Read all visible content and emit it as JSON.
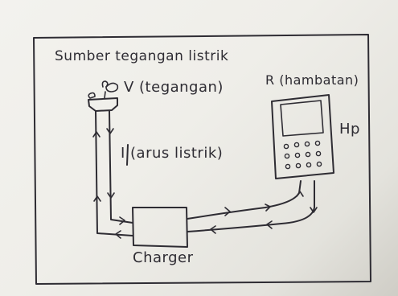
{
  "diagram": {
    "title": "Sumber tegangan listrik",
    "voltage_label": "V (tegangan)",
    "resistance_label": "R (hambatan)",
    "current_label": "I (arus listrik)",
    "phone_label": "Hp",
    "charger_label": "Charger"
  },
  "components": [
    "plug-icon",
    "phone-icon",
    "charger-box"
  ],
  "colors": {
    "ink": "#2e2c33",
    "paper": "#f3f2ee"
  }
}
